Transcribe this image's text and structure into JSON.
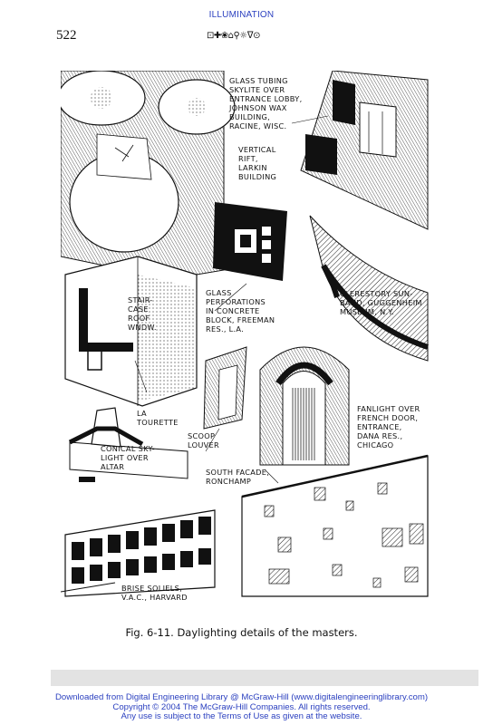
{
  "header": {
    "running_head": "ILLUMINATION",
    "page_number": "522",
    "chapter_glyphs": "⊡✚❀⌂⚲☼ᐁ⊙"
  },
  "figure": {
    "labels": {
      "johnson": "GLASS TUBING\nSKYLITE OVER\nENTRANCE LOBBY,\nJOHNSON WAX\nBUILDING,\nRACINE, WISC.",
      "larkin": "VERTICAL\nRIFT,\nLARKIN\nBUILDING",
      "staircase": "STAIR-\nCASE\nROOF\nWNDW.",
      "freeman": "GLASS\nPERFORATIONS\nIN CONCRETE\nBLOCK, FREEMAN\nRES., L.A.",
      "guggenheim": "CLERESTORY SUN-\nBAND, GUGGENHEIM\nMUSEUM, N.Y.",
      "tourette": "LA\nTOURETTE",
      "fanlight": "FANLIGHT OVER\nFRENCH DOOR,\nENTRANCE,\nDANA RES.,\nCHICAGO",
      "scoop": "SCOOP\nLOUVER",
      "conical": "CONICAL SKY-\nLIGHT OVER\nALTAR",
      "ronchamp": "SOUTH FACADE,\nRONCHAMP",
      "brise": "BRISE SOLIELS,\nV.A.C., HARVARD"
    },
    "caption": "Fig. 6-11. Daylighting details of the masters."
  },
  "footer": {
    "line1": "Downloaded from Digital Engineering Library @ McGraw-Hill (www.digitalengineeringlibrary.com)",
    "line2": "Copyright © 2004 The McGraw-Hill Companies. All rights reserved.",
    "line3": "Any use is subject to the Terms of Use as given at the website."
  },
  "colors": {
    "link_blue": "#2a3fbf",
    "ink": "#111111",
    "bar_gray": "#e3e3e3"
  }
}
